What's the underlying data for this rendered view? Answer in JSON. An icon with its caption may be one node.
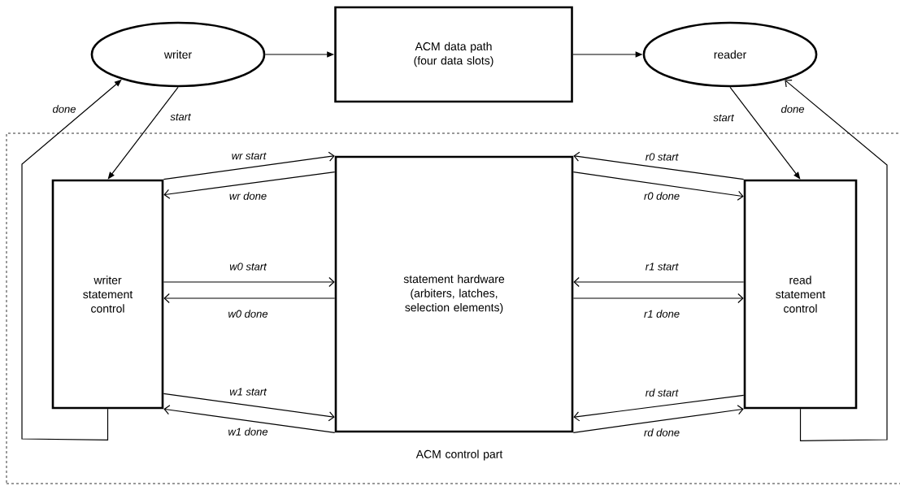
{
  "diagram": {
    "nodes": [
      {
        "text": [
          "writer"
        ]
      },
      {
        "text": [
          "ACM data path (four data slots)"
        ]
      },
      {
        "text": [
          "reader"
        ]
      },
      {
        "text": [
          "ACM control part"
        ]
      },
      {
        "text": [
          "writer statement control"
        ],
        "in": 3
      },
      {
        "text": [
          "statement hardware (arbiters, latches, selection elements)"
        ],
        "in": 3
      },
      {
        "text": [
          "read statement control"
        ],
        "in": 3
      }
    ],
    "edges": [
      {
        "from": 0,
        "to": 1,
        "arrow": "to"
      },
      {
        "from": 1,
        "to": 2,
        "arrow": "to"
      },
      {
        "from": 0,
        "to": 4,
        "arrow": "to",
        "label": "start"
      },
      {
        "from": 4,
        "to": 0,
        "arrow": "to",
        "label": "done"
      },
      {
        "from": 2,
        "to": 6,
        "arrow": "to",
        "label": "start"
      },
      {
        "from": 6,
        "to": 2,
        "arrow": "to",
        "label": "done"
      },
      {
        "from": 4,
        "to": 5,
        "arrow": "to",
        "label": "wr start"
      },
      {
        "from": 5,
        "to": 4,
        "arrow": "to",
        "label": "wr done"
      },
      {
        "from": 4,
        "to": 5,
        "arrow": "to",
        "label": "w0 start"
      },
      {
        "from": 5,
        "to": 4,
        "arrow": "to",
        "label": "w0 done"
      },
      {
        "from": 4,
        "to": 5,
        "arrow": "to",
        "label": "w1 start"
      },
      {
        "from": 5,
        "to": 4,
        "arrow": "to",
        "label": "w1 done"
      },
      {
        "from": 6,
        "to": 5,
        "arrow": "to",
        "label": "r0 start"
      },
      {
        "from": 5,
        "to": 6,
        "arrow": "to",
        "label": "r0 done"
      },
      {
        "from": 6,
        "to": 5,
        "arrow": "to",
        "label": "r1 start"
      },
      {
        "from": 5,
        "to": 6,
        "arrow": "to",
        "label": "r1 done"
      },
      {
        "from": 6,
        "to": 5,
        "arrow": "to",
        "label": "rd start"
      },
      {
        "from": 5,
        "to": 6,
        "arrow": "to",
        "label": "rd done"
      }
    ]
  }
}
